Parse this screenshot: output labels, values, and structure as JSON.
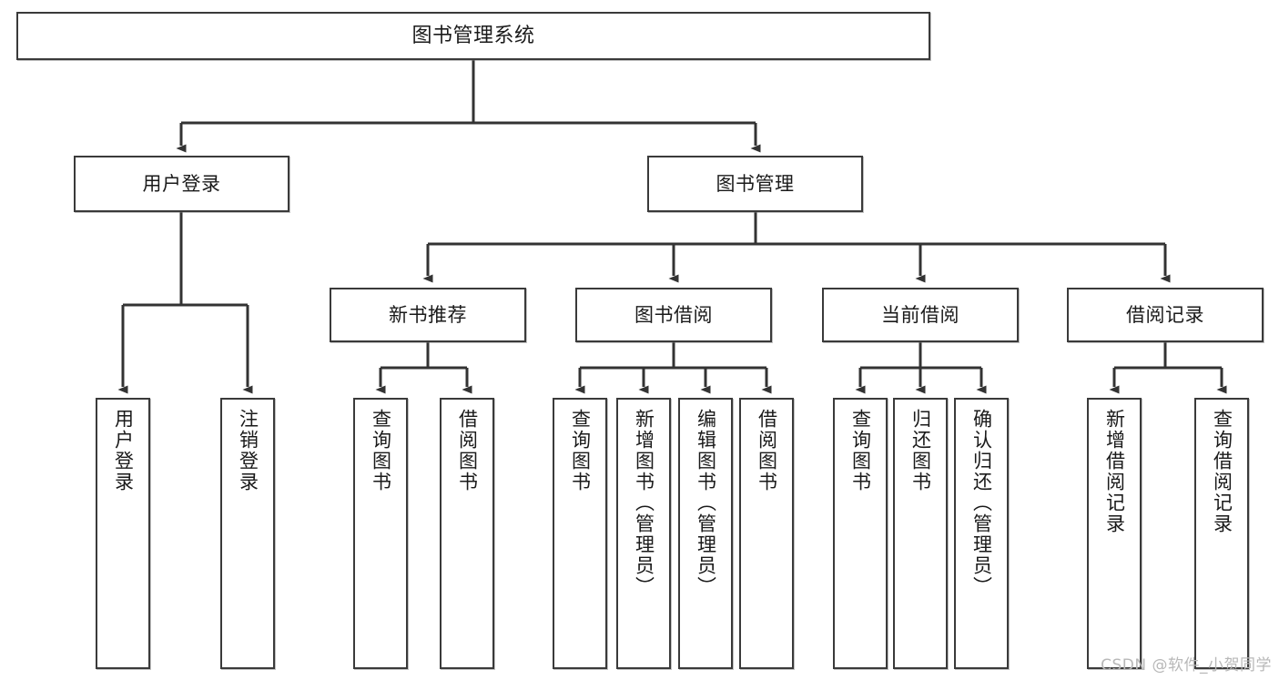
{
  "diagram": {
    "title": "图书管理系统",
    "type": "tree-hierarchy-chart",
    "root": {
      "label": "图书管理系统"
    },
    "level2": [
      {
        "label": "用户登录"
      },
      {
        "label": "图书管理"
      }
    ],
    "level3": [
      {
        "label": "新书推荐"
      },
      {
        "label": "图书借阅"
      },
      {
        "label": "当前借阅"
      },
      {
        "label": "借阅记录"
      }
    ],
    "leaves_user_login": [
      {
        "label": "用户登录"
      },
      {
        "label": "注销登录"
      }
    ],
    "leaves_new_books": [
      {
        "label": "查询图书"
      },
      {
        "label": "借阅图书"
      }
    ],
    "leaves_book_borrow": [
      {
        "label": "查询图书"
      },
      {
        "label": "新增图书（管理员）"
      },
      {
        "label": "编辑图书（管理员）"
      },
      {
        "label": "借阅图书"
      }
    ],
    "leaves_current_borrow": [
      {
        "label": "查询图书"
      },
      {
        "label": "归还图书"
      },
      {
        "label": "确认归还（管理员）"
      }
    ],
    "leaves_borrow_records": [
      {
        "label": "新增借阅记录"
      },
      {
        "label": "查询借阅记录"
      }
    ]
  },
  "watermark": {
    "text": "CSDN @软件_小贺同学"
  },
  "colors": {
    "border": "#3a3a3a",
    "background": "#ffffff",
    "text": "#1a1a1a",
    "edge": "#333333",
    "watermark": "#b8b8b8"
  }
}
